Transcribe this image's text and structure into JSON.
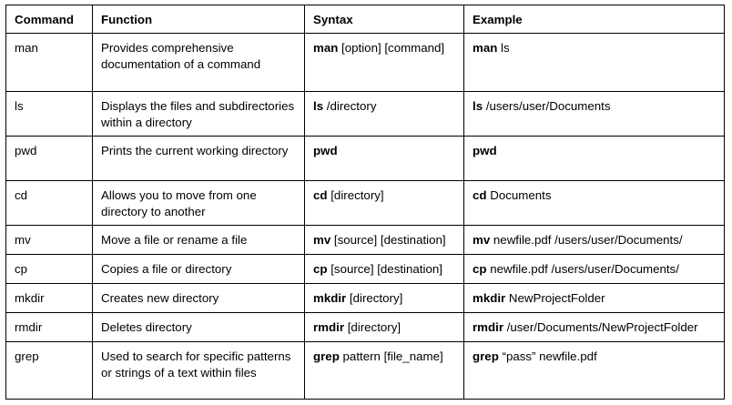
{
  "table": {
    "columns": [
      {
        "key": "command",
        "label": "Command"
      },
      {
        "key": "function",
        "label": "Function"
      },
      {
        "key": "syntax",
        "label": "Syntax"
      },
      {
        "key": "example",
        "label": "Example"
      }
    ],
    "rows": [
      {
        "size": "tall",
        "command": "man",
        "function": "Provides comprehensive documentation of a command",
        "syntax_cmd": "man",
        "syntax_args": " [option] [command]",
        "example_cmd": "man",
        "example_args": " ls"
      },
      {
        "size": "medium",
        "command": "ls",
        "function": "Displays the files and subdirectories within a directory",
        "syntax_cmd": "ls",
        "syntax_args": " /directory",
        "example_cmd": "ls",
        "example_args": " /users/user/Documents"
      },
      {
        "size": "medium",
        "command": "pwd",
        "function": "Prints the current working directory",
        "syntax_cmd": "pwd",
        "syntax_args": "",
        "example_cmd": "pwd",
        "example_args": ""
      },
      {
        "size": "medium",
        "command": "cd",
        "function": "Allows you to move from one directory to another",
        "syntax_cmd": "cd",
        "syntax_args": " [directory]",
        "example_cmd": "cd",
        "example_args": " Documents"
      },
      {
        "size": "short",
        "command": "mv",
        "function": "Move a file or rename a file",
        "syntax_cmd": "mv",
        "syntax_args": " [source] [destination]",
        "example_cmd": "mv",
        "example_args": " newfile.pdf /users/user/Documents/"
      },
      {
        "size": "short",
        "command": "cp",
        "function": "Copies a file or directory",
        "syntax_cmd": "cp",
        "syntax_args": " [source] [destination]",
        "example_cmd": "cp",
        "example_args": " newfile.pdf /users/user/Documents/"
      },
      {
        "size": "short",
        "command": "mkdir",
        "function": "Creates new directory",
        "syntax_cmd": "mkdir",
        "syntax_args": " [directory]",
        "example_cmd": "mkdir",
        "example_args": " NewProjectFolder"
      },
      {
        "size": "short",
        "command": "rmdir",
        "function": "Deletes directory",
        "syntax_cmd": "rmdir",
        "syntax_args": " [directory]",
        "example_cmd": "rmdir",
        "example_args": " /user/Documents/NewProjectFolder"
      },
      {
        "size": "xtall",
        "command": "grep",
        "function": "Used to search for specific patterns or strings of a text within files",
        "syntax_cmd": "grep",
        "syntax_args": " pattern [file_name]",
        "example_cmd": "grep",
        "example_args": " “pass” newfile.pdf"
      }
    ]
  },
  "colors": {
    "background": "#ffffff",
    "text": "#000000",
    "border": "#000000"
  }
}
